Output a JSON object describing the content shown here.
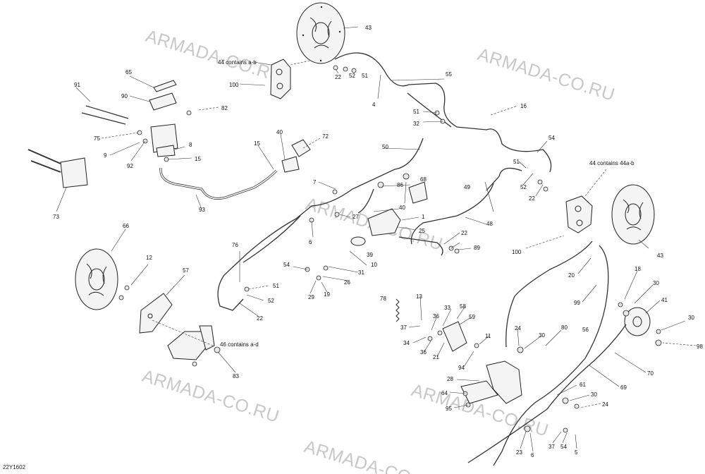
{
  "watermarks": [
    "ARMADA-CO.RU",
    "ARMADA-CO.RU",
    "ARMADA-CO.RU",
    "ARMADA-CO.RU",
    "ARMADA-CO.RU",
    "ARMADA-CO.RU"
  ],
  "diagram_code": "22Y1602",
  "labels": {
    "p1": "1",
    "p4": "4",
    "p5": "5",
    "p6a": "6",
    "p6b": "6",
    "p7": "7",
    "p8": "8",
    "p9": "9",
    "p10": "10",
    "p11": "11",
    "p12": "12",
    "p13": "13",
    "p15a": "15",
    "p15b": "15",
    "p16": "16",
    "p18": "18",
    "p19": "19",
    "p20": "20",
    "p21": "21",
    "p22a": "22",
    "p22b": "22",
    "p22c": "22",
    "p22d": "22",
    "p23": "23",
    "p24a": "24",
    "p24b": "24",
    "p25": "25",
    "p26": "26",
    "p27": "27",
    "p28": "28",
    "p29": "29",
    "p30a": "30",
    "p30b": "30",
    "p30c": "30",
    "p30d": "30",
    "p31": "31",
    "p32": "32",
    "p33": "33",
    "p34": "34",
    "p36a": "36",
    "p36b": "36",
    "p37a": "37",
    "p37b": "37",
    "p39": "39",
    "p40a": "40",
    "p40b": "40",
    "p41": "41",
    "p43a": "43",
    "p43b": "43",
    "p44a": "44 contains a-b",
    "p44b": "44 contains 44a-b",
    "p46": "46 contains a-d",
    "p48": "48",
    "p49": "49",
    "p50": "50",
    "p51a": "51",
    "p51b": "51",
    "p51c": "51",
    "p51d": "51",
    "p52a": "52",
    "p52b": "52",
    "p52c": "52",
    "p54a": "54",
    "p54b": "54",
    "p55": "55",
    "p56": "56",
    "p57": "57",
    "p58": "58",
    "p59": "59",
    "p61": "61",
    "p64": "64",
    "p65": "65",
    "p66": "66",
    "p68": "68",
    "p69": "69",
    "p70": "70",
    "p72": "72",
    "p73": "73",
    "p75": "75",
    "p76": "76",
    "p78": "78",
    "p80": "80",
    "p82": "82",
    "p83": "83",
    "p86": "86",
    "p89": "89",
    "p90": "90",
    "p91": "91",
    "p92": "92",
    "p93": "93",
    "p94": "94",
    "p95": "95",
    "p98": "98",
    "p99": "99",
    "p100a": "100",
    "p100b": "100"
  }
}
